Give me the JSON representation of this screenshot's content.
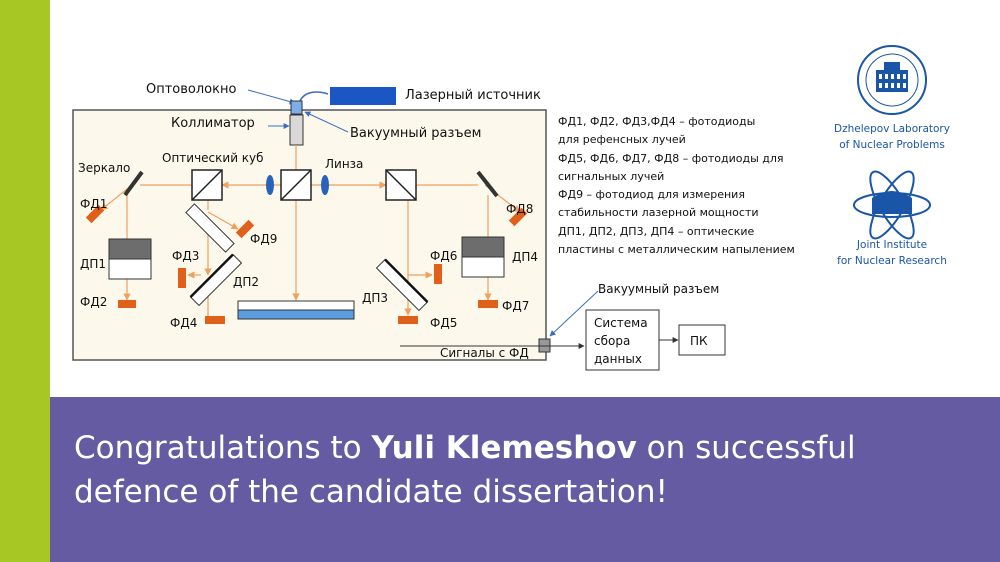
{
  "diagram": {
    "labels": {
      "fiber": "Оптоволокно",
      "laser_source": "Лазерный источник",
      "collimator": "Коллиматор",
      "vacuum_port_top": "Вакуумный разъем",
      "mirror": "Зеркало",
      "optical_cube": "Оптический куб",
      "lens": "Линза",
      "fd1": "ФД1",
      "fd2": "ФД2",
      "fd3": "ФД3",
      "fd4": "ФД4",
      "fd5": "ФД5",
      "fd6": "ФД6",
      "fd7": "ФД7",
      "fd8": "ФД8",
      "fd9": "ФД9",
      "dp1": "ДП1",
      "dp2": "ДП2",
      "dp3": "ДП3",
      "dp4": "ДП4",
      "vacuum_port_right": "Вакуумный разъем",
      "signals": "Сигналы с ФД",
      "daq_line1": "Система",
      "daq_line2": "сбора",
      "daq_line3": "данных",
      "pc": "ПК"
    },
    "legend": [
      "ФД1, ФД2, ФД3,ФД4 – фотодиоды",
      "для рефенсных лучей",
      "ФД5, ФД6, ФД7, ФД8 – фотодиоды для",
      "сигнальных лучей",
      "ФД9 – фотодиод для измерения",
      "стабильности лазерной мощности",
      "ДП1, ДП2, ДП3, ДП4 – оптические",
      "пластины с металлическим напылением"
    ],
    "colors": {
      "frame_bg": "#fdf8ec",
      "photodiode": "#e0601a",
      "beam": "#f0a060",
      "laser": "#1a56c4",
      "plate": "#5a9ee0"
    }
  },
  "logos": {
    "dlnp_line1": "Dzhelepov Laboratory",
    "dlnp_line2": "of Nuclear Problems",
    "jinr_line1": "Joint Institute",
    "jinr_line2": "for Nuclear Research"
  },
  "banner": {
    "text_before": "Congratulations to ",
    "name": "Yuli Klemeshov",
    "text_after": " on successful defence of the candidate dissertation!"
  },
  "colors": {
    "accent_green": "#a6c724",
    "banner_purple": "#655ba3"
  }
}
